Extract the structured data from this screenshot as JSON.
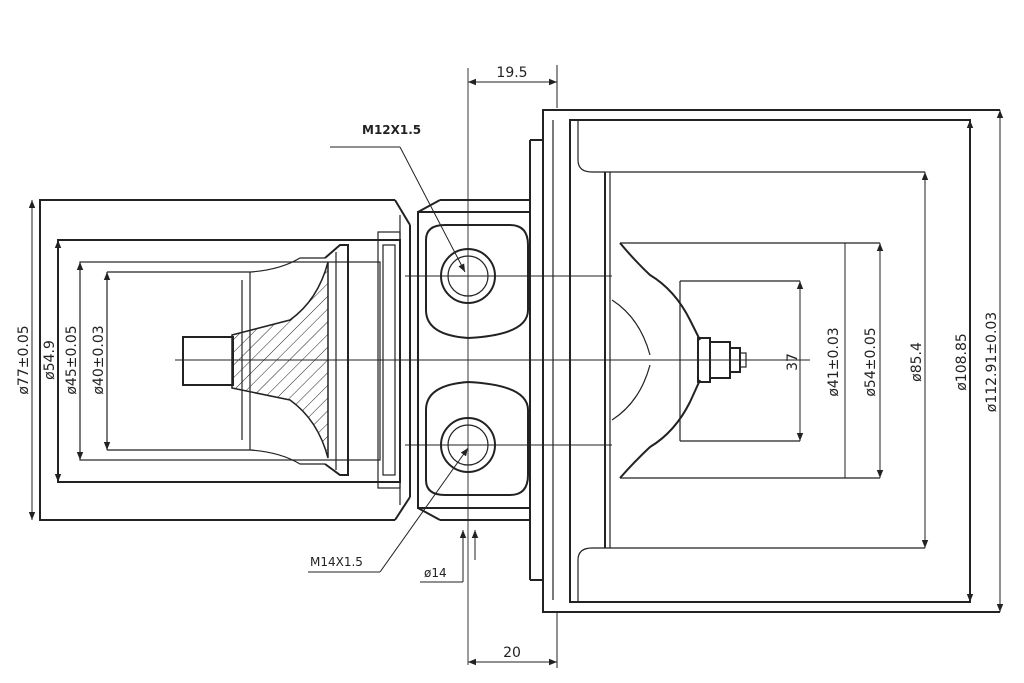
{
  "labels": {
    "dim_19_5": "19.5",
    "dim_20": "20",
    "dim_37": "37",
    "thread_m12": "M12X1.5",
    "thread_m14": "M14X1.5",
    "dia_14": "ø14",
    "dia_77": "ø77±0.05",
    "dia_54_9": "ø54.9",
    "dia_45": "ø45±0.05",
    "dia_40": "ø40±0.03",
    "dia_41": "ø41±0.03",
    "dia_54": "ø54±0.05",
    "dia_85_4": "ø85.4",
    "dia_108_85": "ø108.85",
    "dia_112_91": "ø112.91±0.03"
  }
}
